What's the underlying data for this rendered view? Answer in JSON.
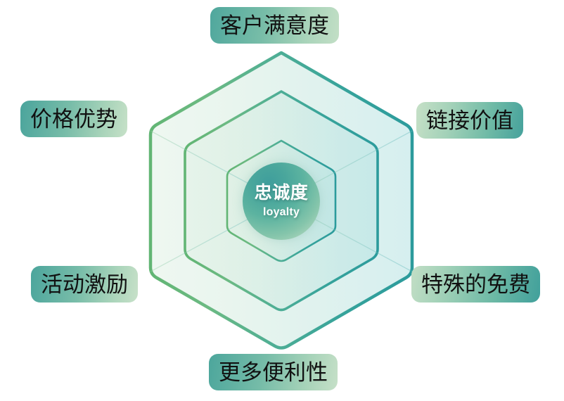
{
  "diagram": {
    "title": "忠诚度 loyalty hexagon",
    "center": {
      "label_cn": "忠诚度",
      "label_en": "loyalty"
    },
    "rings": [
      {
        "name": "outer-ring"
      },
      {
        "name": "middle-ring"
      },
      {
        "name": "inner-ring"
      }
    ],
    "vertices": [
      {
        "position": "top",
        "label": "客户满意度"
      },
      {
        "position": "upper-right",
        "label": "链接价值"
      },
      {
        "position": "lower-right",
        "label": "特殊的免费"
      },
      {
        "position": "bottom",
        "label": "更多便利性"
      },
      {
        "position": "lower-left",
        "label": "活动激励"
      },
      {
        "position": "upper-left",
        "label": "价格优势"
      }
    ],
    "colors": {
      "stroke_left": "#6cb878",
      "stroke_mid": "#4aab95",
      "stroke_right": "#2f9c9c",
      "fill_left": "#e0eee3",
      "fill_right": "#b4e1e0",
      "hub_dark": "#3f9e9c",
      "hub_light": "#c7e2cd",
      "pill_text": "#111111",
      "hub_text": "#ffffff",
      "background": "#ffffff"
    }
  }
}
